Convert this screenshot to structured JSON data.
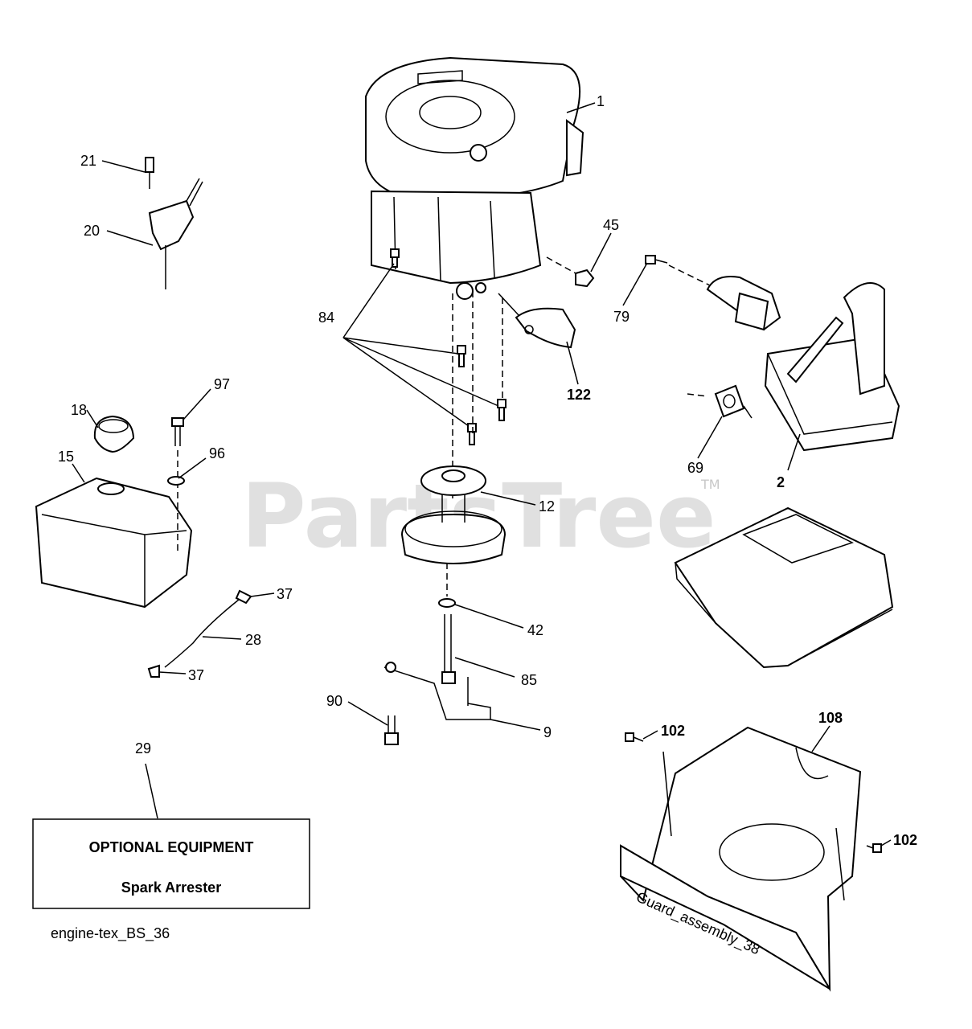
{
  "callouts": [
    {
      "id": "c1",
      "text": "1"
    },
    {
      "id": "c2",
      "text": "2"
    },
    {
      "id": "c9",
      "text": "9"
    },
    {
      "id": "c12",
      "text": "12"
    },
    {
      "id": "c15",
      "text": "15"
    },
    {
      "id": "c18",
      "text": "18"
    },
    {
      "id": "c20",
      "text": "20"
    },
    {
      "id": "c21",
      "text": "21"
    },
    {
      "id": "c28",
      "text": "28"
    },
    {
      "id": "c29",
      "text": "29"
    },
    {
      "id": "c37a",
      "text": "37"
    },
    {
      "id": "c37b",
      "text": "37"
    },
    {
      "id": "c42",
      "text": "42"
    },
    {
      "id": "c45",
      "text": "45"
    },
    {
      "id": "c69",
      "text": "69"
    },
    {
      "id": "c79",
      "text": "79"
    },
    {
      "id": "c84",
      "text": "84"
    },
    {
      "id": "c85",
      "text": "85"
    },
    {
      "id": "c90",
      "text": "90"
    },
    {
      "id": "c96",
      "text": "96"
    },
    {
      "id": "c97",
      "text": "97"
    },
    {
      "id": "c102a",
      "text": "102"
    },
    {
      "id": "c102b",
      "text": "102"
    },
    {
      "id": "c108",
      "text": "108"
    },
    {
      "id": "c122",
      "text": "122"
    }
  ],
  "optional_box": {
    "title": "OPTIONAL EQUIPMENT",
    "item": "Spark Arrester"
  },
  "caption": "engine-tex_BS_36",
  "guard_stamp": "Guard_assembly_38",
  "watermark": {
    "text": "PartsTree",
    "tm": "TM"
  }
}
